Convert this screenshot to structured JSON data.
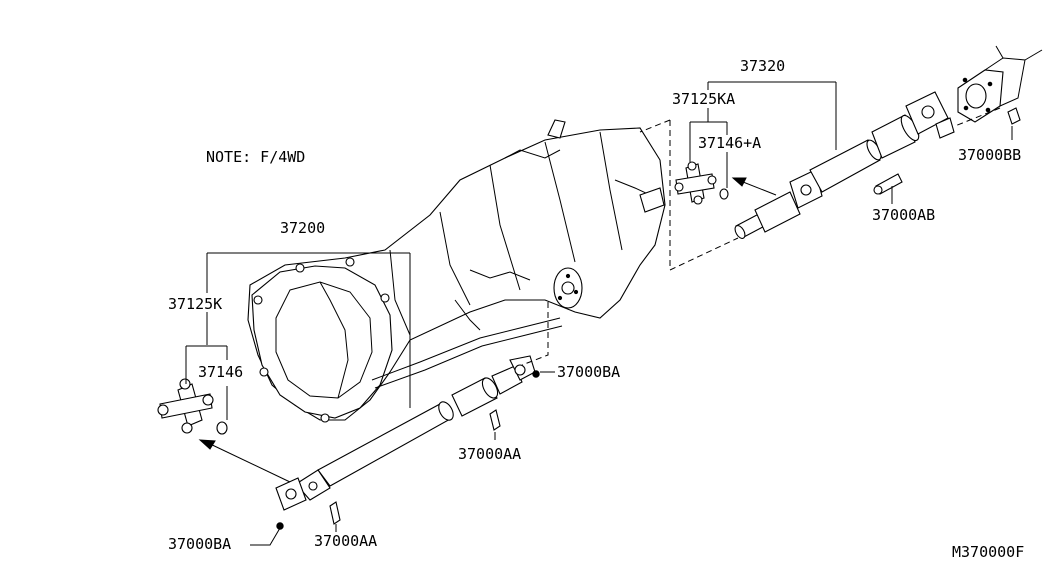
{
  "note": "NOTE: F/4WD",
  "diagram_code": "M370000F",
  "front_assembly": {
    "shaft": "37200",
    "joint_kit": "37125K",
    "snap_ring": "37146",
    "flange_nut": "37000BA",
    "flange_bolt": "37000AA",
    "rear_nut": "37000BA",
    "rear_bolt": "37000AA"
  },
  "rear_assembly": {
    "shaft": "37320",
    "joint_kit": "37125KA",
    "snap_ring": "37146+A",
    "flange_bolt": "37000AB",
    "flange_nut": "37000BB"
  }
}
